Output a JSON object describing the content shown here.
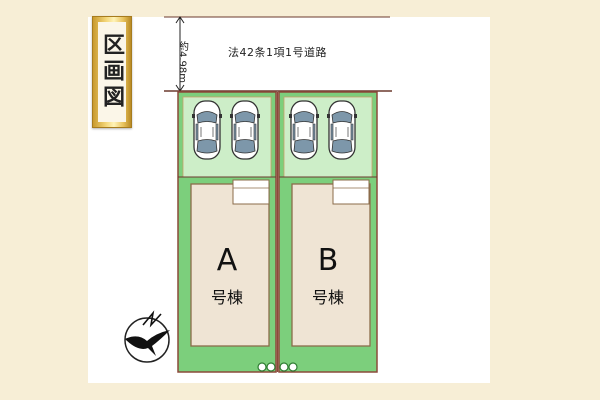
{
  "header": {
    "title": "区画図"
  },
  "road": {
    "label": "法42条1項1号道路",
    "width_label": "約4.98m"
  },
  "lots": [
    {
      "id": "A",
      "letter": "A",
      "name": "号棟"
    },
    {
      "id": "B",
      "letter": "B",
      "name": "号棟"
    }
  ],
  "colors": {
    "background": "#f7eed6",
    "lot_green": "#7ccf7c",
    "building_beige": "#efe4d4",
    "boundary_brown": "#8b4a3a",
    "title_gold": "#d9b24a"
  },
  "icons": {
    "compass": "north-arrow-bird-icon",
    "car": "car-top-view-icon",
    "trees": "shrub-icon"
  }
}
